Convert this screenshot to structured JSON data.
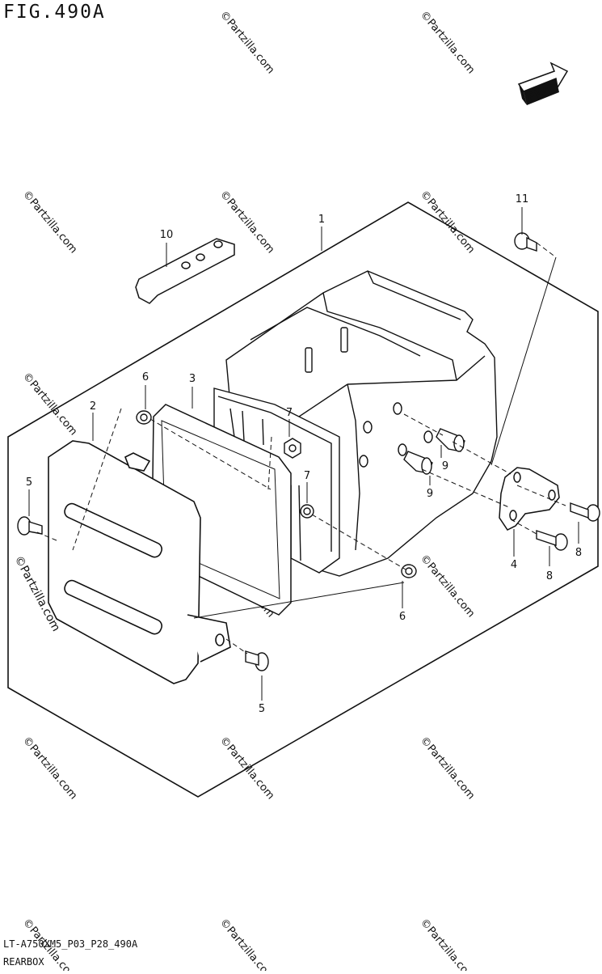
{
  "figure": {
    "title": "FIG.490A"
  },
  "direction_badge": {
    "label": "FWD"
  },
  "watermark": {
    "text": "©Partzilla.com"
  },
  "callouts": [
    {
      "id": "callout-1",
      "label": "1"
    },
    {
      "id": "callout-2",
      "label": "2"
    },
    {
      "id": "callout-3",
      "label": "3"
    },
    {
      "id": "callout-4",
      "label": "4"
    },
    {
      "id": "callout-5a",
      "label": "5"
    },
    {
      "id": "callout-5b",
      "label": "5"
    },
    {
      "id": "callout-6a",
      "label": "6"
    },
    {
      "id": "callout-6b",
      "label": "6"
    },
    {
      "id": "callout-7a",
      "label": "7"
    },
    {
      "id": "callout-7b",
      "label": "7"
    },
    {
      "id": "callout-8a",
      "label": "8"
    },
    {
      "id": "callout-8b",
      "label": "8"
    },
    {
      "id": "callout-9a",
      "label": "9"
    },
    {
      "id": "callout-9b",
      "label": "9"
    },
    {
      "id": "callout-10",
      "label": "10"
    },
    {
      "id": "callout-11",
      "label": "11"
    }
  ],
  "footer": {
    "code": "LT-A750XM5_P03_P28_490A",
    "name": "REARBOX"
  }
}
